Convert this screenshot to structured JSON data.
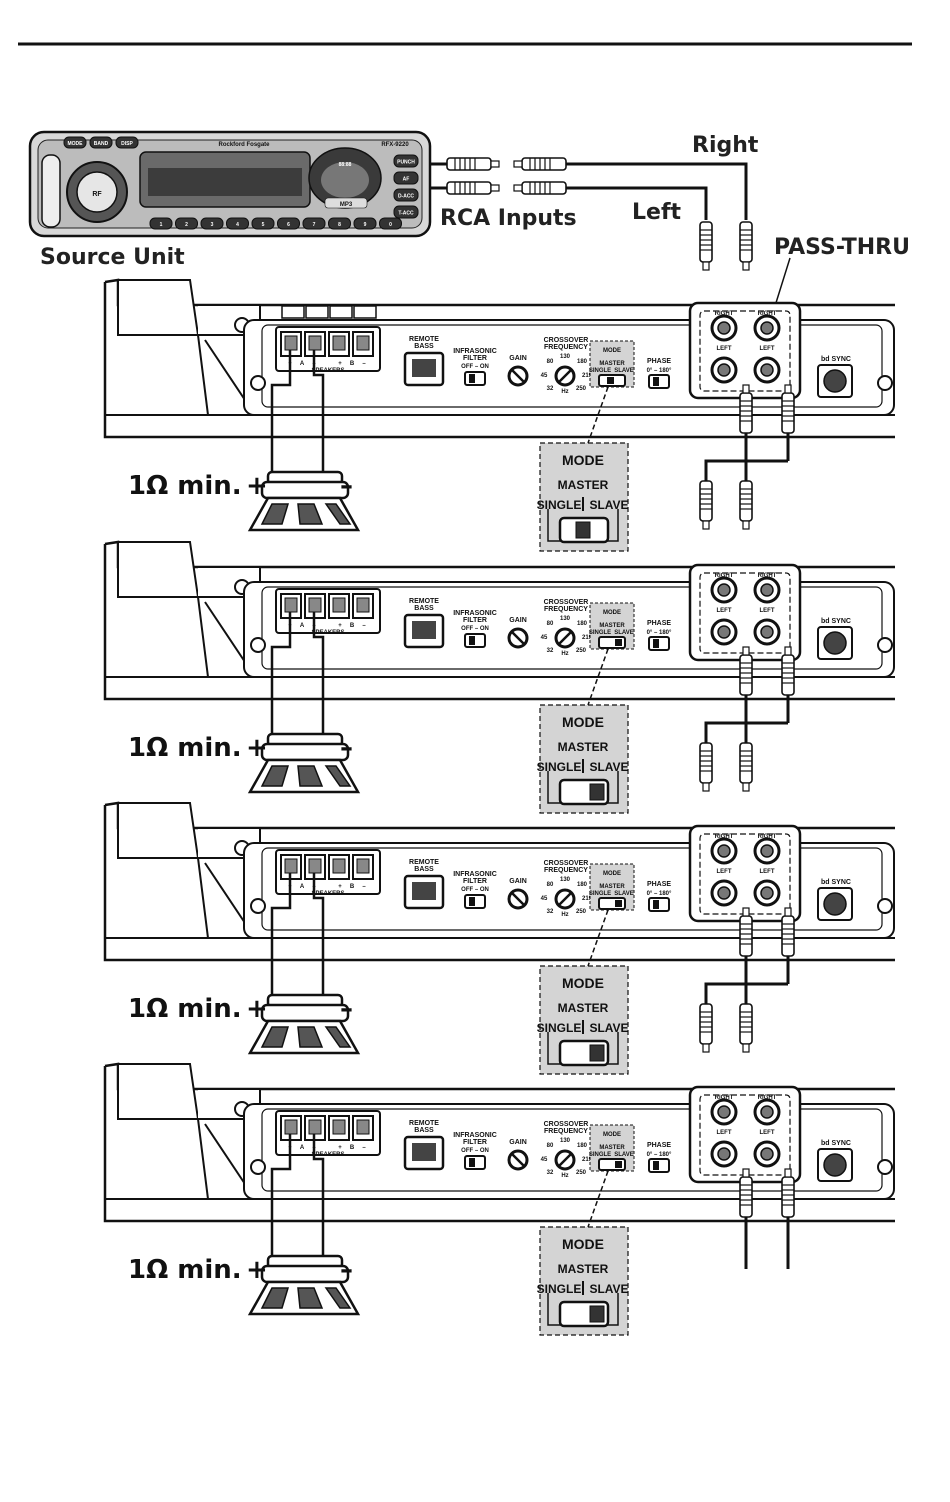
{
  "source_unit": {
    "label": "Source Unit",
    "model": "RFX-9220",
    "brand": "Rockford Fosgate",
    "badge": "MP3",
    "top_buttons": [
      "MODE",
      "BAND",
      "DISP"
    ],
    "side_buttons": [
      "PUNCH",
      "AF",
      "D-ACC",
      "T-ACC"
    ],
    "preset_buttons": [
      "1",
      "2",
      "3",
      "4",
      "5",
      "6",
      "7",
      "8",
      "9",
      "0"
    ]
  },
  "connections": {
    "right": "Right",
    "left": "Left",
    "rca_inputs": "RCA Inputs",
    "pass_thru": "PASS-THRU"
  },
  "amp": {
    "speakers": "SPEAKERS",
    "remote_bass": [
      "REMOTE",
      "BASS"
    ],
    "infrasonic": [
      "INFRASONIC",
      "FILTER"
    ],
    "off_on": "OFF – ON",
    "gain": "GAIN",
    "crossover": [
      "CROSSOVER",
      "FREQUENCY"
    ],
    "crossover_values": [
      "130",
      "80",
      "180",
      "45",
      "219",
      "32",
      "250",
      "Hz"
    ],
    "mode": "MODE",
    "master": "MASTER",
    "single": "SINGLE",
    "slave": "SLAVE",
    "phase": "PHASE",
    "phase_range": "0° – 180°",
    "rca_right": "RIGHT",
    "rca_left": "LEFT",
    "sync": "bd SYNC",
    "terminal_marks": [
      "+",
      "A",
      "–",
      "+",
      "B",
      "–"
    ]
  },
  "load": {
    "min_impedance": "1Ω min.",
    "plus": "+",
    "minus": "–"
  },
  "mode_callout": {
    "title": "MODE",
    "master": "MASTER",
    "single": "SINGLE",
    "slave": "SLAVE"
  },
  "amps": [
    {
      "id": 1,
      "mode_setting": "master"
    },
    {
      "id": 2,
      "mode_setting": "slave"
    },
    {
      "id": 3,
      "mode_setting": "slave"
    },
    {
      "id": 4,
      "mode_setting": "slave"
    }
  ],
  "colors": {
    "ink": "#1a1a1a",
    "callout_fill": "#d4d4d4",
    "panel_fill": "#ffffff"
  }
}
